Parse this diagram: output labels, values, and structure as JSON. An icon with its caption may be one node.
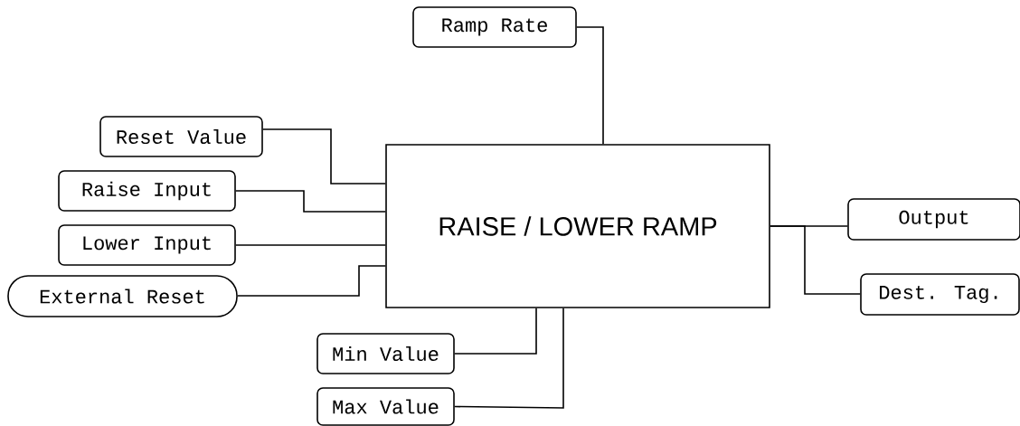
{
  "diagram": {
    "nodes": [
      {
        "text": [
          "Ramp Rate"
        ]
      },
      {
        "text": [
          "Reset Value"
        ]
      },
      {
        "text": [
          "Raise Input"
        ]
      },
      {
        "text": [
          "Lower Input"
        ]
      },
      {
        "text": [
          "External Reset"
        ]
      },
      {
        "text": [
          "RAISE / LOWER RAMP"
        ]
      },
      {
        "text": [
          "Output"
        ]
      },
      {
        "text": [
          "Dest. Tag."
        ]
      },
      {
        "text": [
          "Min Value"
        ]
      },
      {
        "text": [
          "Max Value"
        ]
      }
    ],
    "edges": [
      {
        "from": 0,
        "to": 5,
        "arrow": "none"
      },
      {
        "from": 1,
        "to": 5,
        "arrow": "none"
      },
      {
        "from": 2,
        "to": 5,
        "arrow": "none"
      },
      {
        "from": 3,
        "to": 5,
        "arrow": "none"
      },
      {
        "from": 4,
        "to": 5,
        "arrow": "none"
      },
      {
        "from": 5,
        "to": 6,
        "arrow": "none"
      },
      {
        "from": 5,
        "to": 7,
        "arrow": "none"
      },
      {
        "from": 8,
        "to": 5,
        "arrow": "none"
      },
      {
        "from": 9,
        "to": 5,
        "arrow": "none"
      }
    ]
  }
}
